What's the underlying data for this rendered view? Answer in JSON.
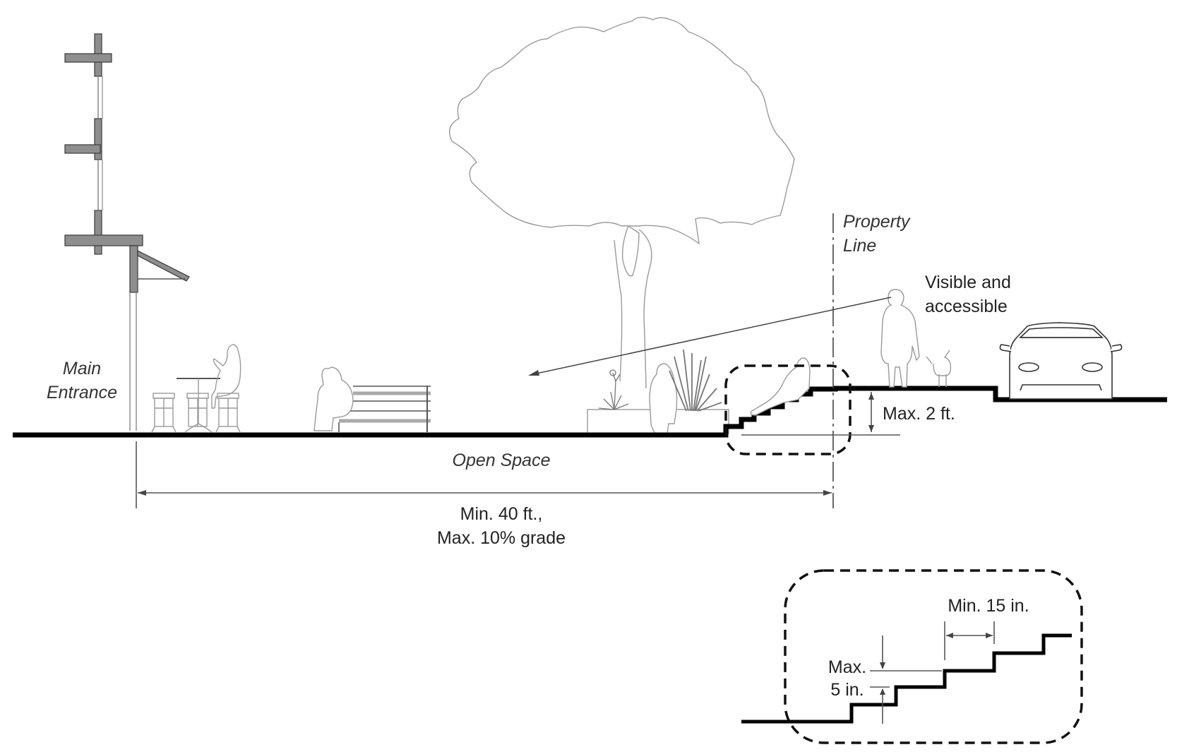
{
  "figure": {
    "title": "Open space section: entrance, open space, steps and property line",
    "labels": {
      "main_entrance_line1": "Main",
      "main_entrance_line2": "Entrance",
      "open_space": "Open Space",
      "property_line_line1": "Property",
      "property_line_line2": "Line",
      "visible_line1": "Visible and",
      "visible_line2": "accessible",
      "max_height": "Max. 2 ft.",
      "width_line1": "Min. 40 ft.,",
      "width_line2": "Max. 10% grade"
    },
    "detail": {
      "tread_label": "Min. 15 in.",
      "riser_label_line1": "Max.",
      "riser_label_line2": "5 in."
    },
    "elements": [
      "building-facade",
      "awning",
      "bistro-table-and-stools",
      "seated-woman",
      "park-bench",
      "seated-man",
      "tree",
      "planter",
      "standing-person",
      "agave-plant",
      "steps",
      "seated-person-on-steps",
      "walking-person",
      "dog",
      "car",
      "property-line",
      "sightline-arrow"
    ],
    "colors": {
      "ground_line": "#000000",
      "figure_outline": "#9a9a9a",
      "wall_fill": "#8e8e8e",
      "text": "#222222"
    }
  }
}
